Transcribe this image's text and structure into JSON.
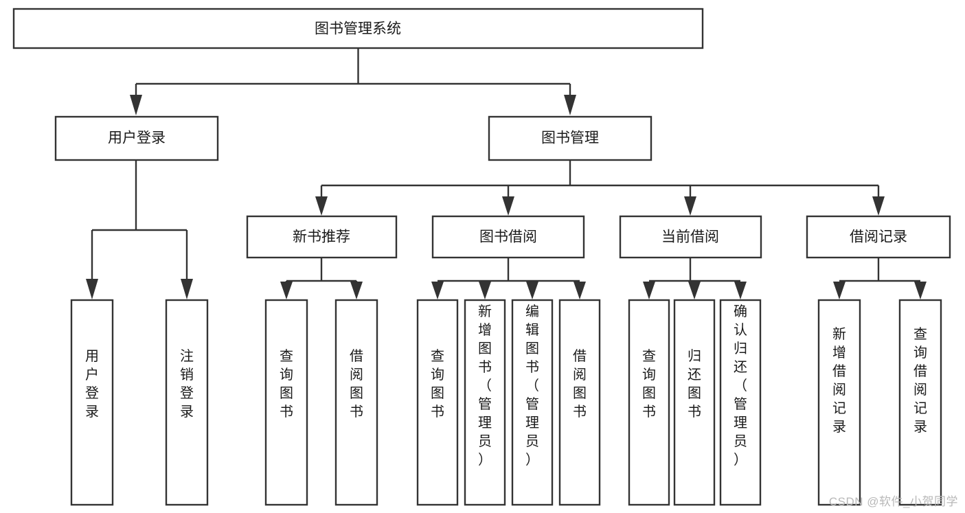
{
  "diagram": {
    "type": "tree",
    "title": "图书管理系统",
    "root": {
      "id": "root",
      "label": "图书管理系统",
      "orientation": "horizontal"
    },
    "level1": [
      {
        "id": "user-login",
        "label": "用户登录",
        "orientation": "horizontal"
      },
      {
        "id": "book-manage",
        "label": "图书管理",
        "orientation": "horizontal"
      }
    ],
    "level2": [
      {
        "id": "new-book-recommend",
        "label": "新书推荐",
        "orientation": "horizontal",
        "parent": "book-manage"
      },
      {
        "id": "book-borrow",
        "label": "图书借阅",
        "orientation": "horizontal",
        "parent": "book-manage"
      },
      {
        "id": "current-borrow",
        "label": "当前借阅",
        "orientation": "horizontal",
        "parent": "book-manage"
      },
      {
        "id": "borrow-record",
        "label": "借阅记录",
        "orientation": "horizontal",
        "parent": "book-manage"
      }
    ],
    "leaves": [
      {
        "id": "leaf-user-login",
        "label": "用户登录",
        "orientation": "vertical",
        "parent": "user-login",
        "chars": [
          "用",
          "户",
          "登",
          "录"
        ]
      },
      {
        "id": "leaf-logout",
        "label": "注销登录",
        "orientation": "vertical",
        "parent": "user-login",
        "chars": [
          "注",
          "销",
          "登",
          "录"
        ]
      },
      {
        "id": "leaf-query-book-1",
        "label": "查询图书",
        "orientation": "vertical",
        "parent": "new-book-recommend",
        "chars": [
          "查",
          "询",
          "图",
          "书"
        ]
      },
      {
        "id": "leaf-borrow-book-1",
        "label": "借阅图书",
        "orientation": "vertical",
        "parent": "new-book-recommend",
        "chars": [
          "借",
          "阅",
          "图",
          "书"
        ]
      },
      {
        "id": "leaf-query-book-2",
        "label": "查询图书",
        "orientation": "vertical",
        "parent": "book-borrow",
        "chars": [
          "查",
          "询",
          "图",
          "书"
        ]
      },
      {
        "id": "leaf-add-book",
        "label": "新增图书（管理员）",
        "orientation": "vertical",
        "parent": "book-borrow",
        "chars": [
          "新",
          "增",
          "图",
          "书",
          "（",
          "管",
          "理",
          "员",
          "）"
        ]
      },
      {
        "id": "leaf-edit-book",
        "label": "编辑图书（管理员）",
        "orientation": "vertical",
        "parent": "book-borrow",
        "chars": [
          "编",
          "辑",
          "图",
          "书",
          "（",
          "管",
          "理",
          "员",
          "）"
        ]
      },
      {
        "id": "leaf-borrow-book-2",
        "label": "借阅图书",
        "orientation": "vertical",
        "parent": "book-borrow",
        "chars": [
          "借",
          "阅",
          "图",
          "书"
        ]
      },
      {
        "id": "leaf-query-book-3",
        "label": "查询图书",
        "orientation": "vertical",
        "parent": "current-borrow",
        "chars": [
          "查",
          "询",
          "图",
          "书"
        ]
      },
      {
        "id": "leaf-return-book",
        "label": "归还图书",
        "orientation": "vertical",
        "parent": "current-borrow",
        "chars": [
          "归",
          "还",
          "图",
          "书"
        ]
      },
      {
        "id": "leaf-confirm-return",
        "label": "确认归还（管理员）",
        "orientation": "vertical",
        "parent": "current-borrow",
        "chars": [
          "确",
          "认",
          "归",
          "还",
          "（",
          "管",
          "理",
          "员",
          "）"
        ]
      },
      {
        "id": "leaf-add-record",
        "label": "新增借阅记录",
        "orientation": "vertical",
        "parent": "borrow-record",
        "chars": [
          "新",
          "增",
          "借",
          "阅",
          "记",
          "录"
        ]
      },
      {
        "id": "leaf-query-record",
        "label": "查询借阅记录",
        "orientation": "vertical",
        "parent": "borrow-record",
        "chars": [
          "查",
          "询",
          "借",
          "阅",
          "记",
          "录"
        ]
      }
    ],
    "colors": {
      "box_stroke": "#333333",
      "box_fill": "#ffffff",
      "line": "#333333",
      "text": "#1a1a1a",
      "background": "#ffffff",
      "watermark": "#b8b8b8"
    }
  },
  "watermark": {
    "text": "CSDN @软件_小贺同学"
  }
}
